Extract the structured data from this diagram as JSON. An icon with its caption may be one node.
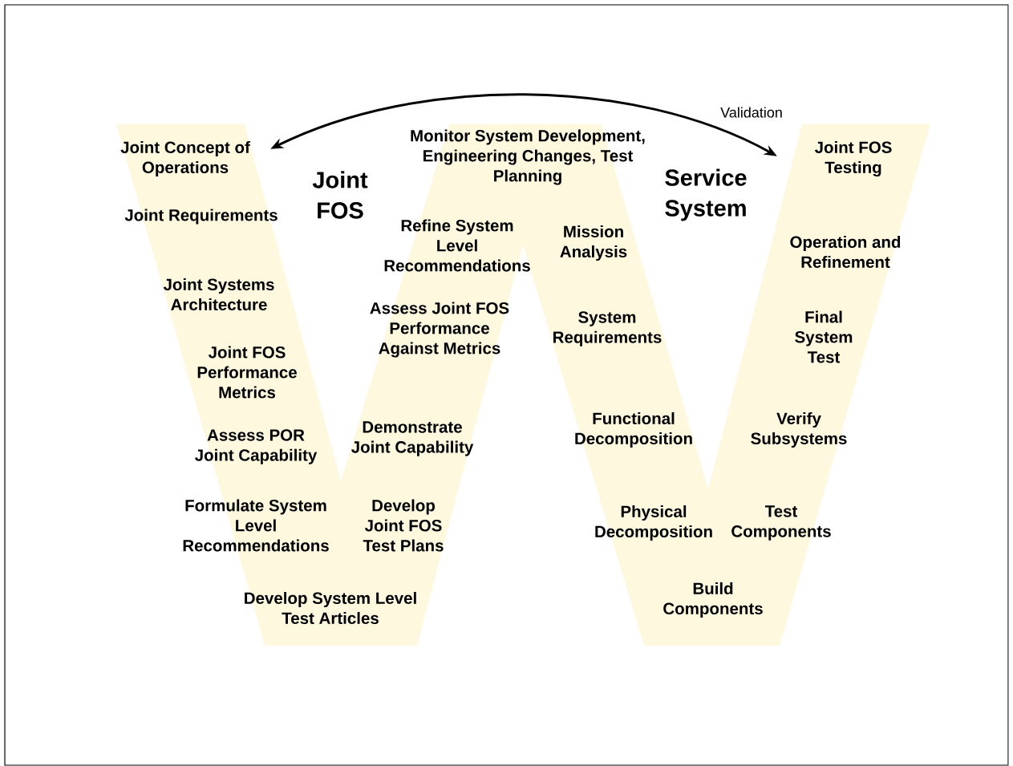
{
  "diagram": {
    "nodes": [
      {
        "text": [],
        "shape": "band"
      },
      {
        "text": [
          "Joint Concept of Operations"
        ],
        "in": 0
      },
      {
        "text": [
          "Joint Requirements"
        ],
        "in": 0
      },
      {
        "text": [
          "Joint Systems Architecture"
        ],
        "in": 0
      },
      {
        "text": [
          "Joint FOS Performance Metrics"
        ],
        "in": 0
      },
      {
        "text": [
          "Assess POR Joint Capability"
        ],
        "in": 0
      },
      {
        "text": [
          "Formulate System Level Recommendations"
        ],
        "in": 0
      },
      {
        "text": [
          "Develop System Level Test Articles"
        ],
        "in": 0
      },
      {
        "text": [
          "Develop Joint FOS Test Plans"
        ],
        "in": 0
      },
      {
        "text": [
          "Demonstrate Joint Capability"
        ],
        "in": 0
      },
      {
        "text": [
          "Assess Joint FOS Performance Against Metrics"
        ],
        "in": 0
      },
      {
        "text": [
          "Refine System Level Recommendations"
        ],
        "in": 0
      },
      {
        "text": [
          "Monitor System Development, Engineering Changes, Test Planning"
        ],
        "in": 0
      },
      {
        "text": [
          "Mission Analysis"
        ],
        "in": 0
      },
      {
        "text": [
          "System Requirements"
        ],
        "in": 0
      },
      {
        "text": [
          "Functional Decomposition"
        ],
        "in": 0
      },
      {
        "text": [
          "Physical Decomposition"
        ],
        "in": 0
      },
      {
        "text": [
          "Build Components"
        ],
        "in": 0
      },
      {
        "text": [
          "Test Components"
        ],
        "in": 0
      },
      {
        "text": [
          "Verify Subsystems"
        ],
        "in": 0
      },
      {
        "text": [
          "Final System Test"
        ],
        "in": 0
      },
      {
        "text": [
          "Operation and Refinement"
        ],
        "in": 0
      },
      {
        "text": [
          "Joint FOS Testing"
        ],
        "in": 0
      }
    ],
    "edges": [
      {
        "from": 1,
        "to": 22,
        "arrow": "both",
        "label": "Validation"
      }
    ],
    "labels": [
      "Joint FOS",
      "Service System"
    ]
  }
}
